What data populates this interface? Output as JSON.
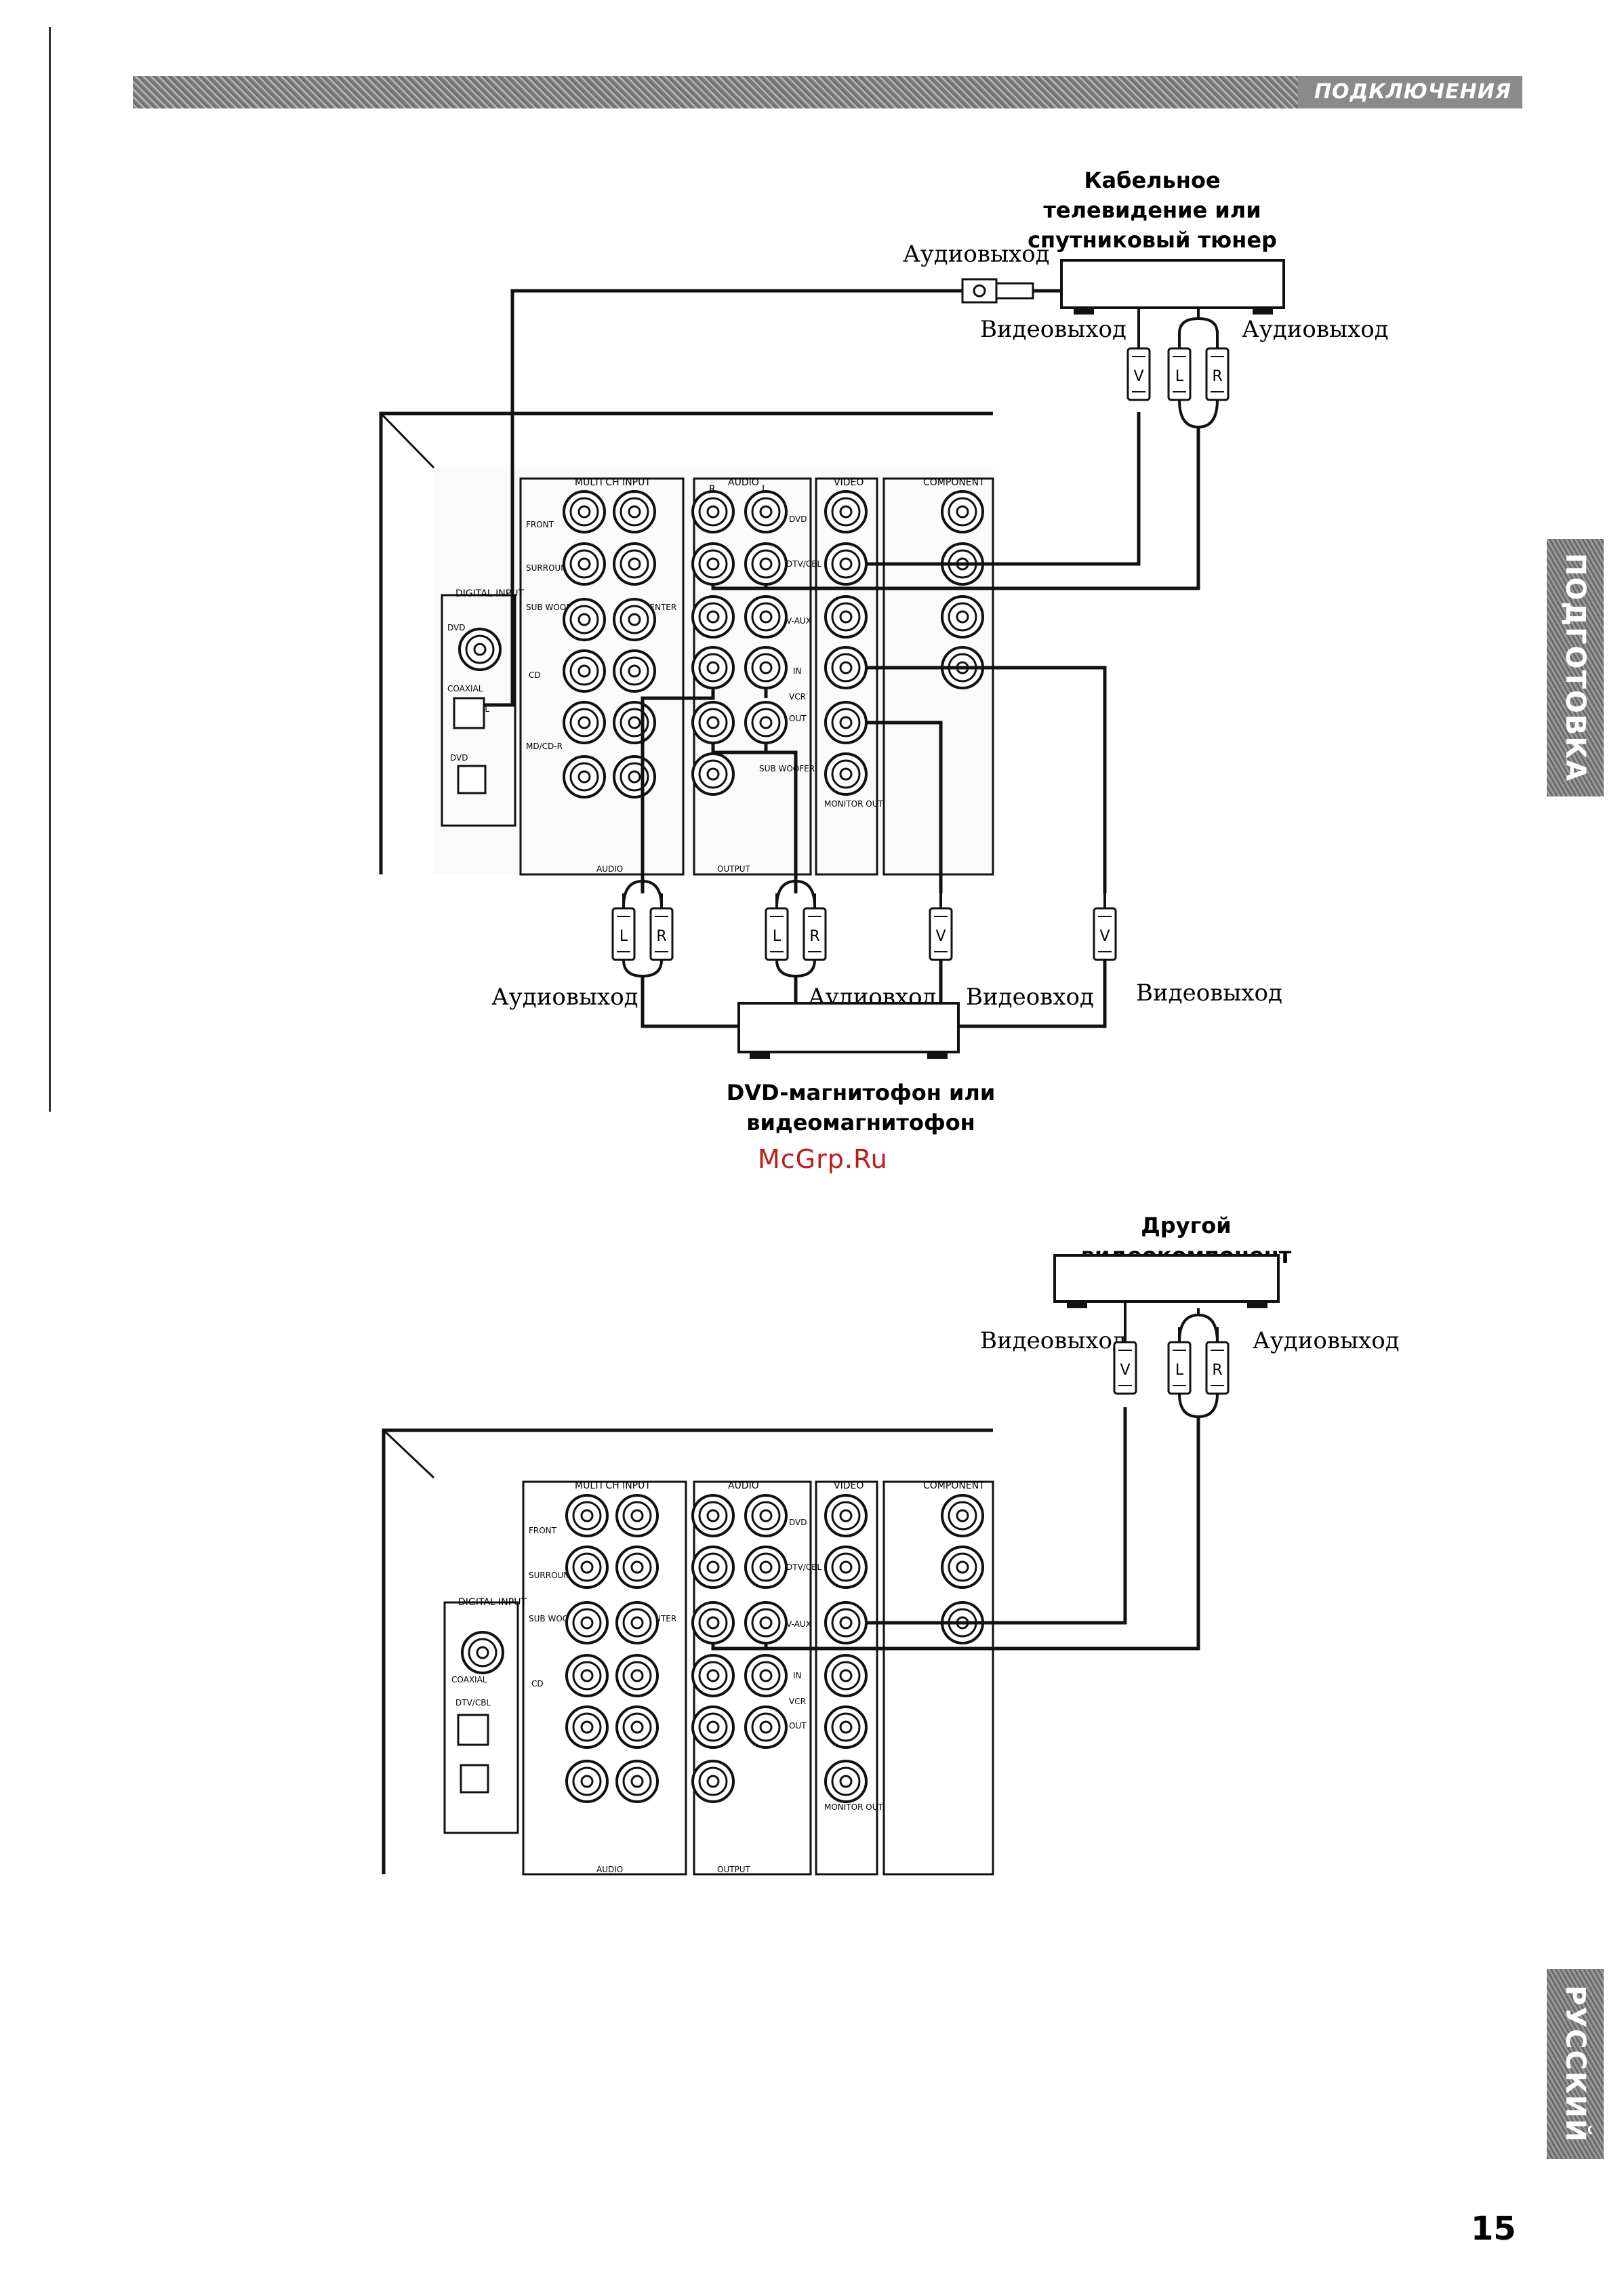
{
  "header": {
    "section": "ПОДКЛЮЧЕНИЯ"
  },
  "side_tabs": {
    "top": "ПОДГОТОВКА",
    "bottom": "РУССКИЙ"
  },
  "diagram1": {
    "device_top": "Кабельное\nтелевидение или\nспутниковый тюнер",
    "device_bottom": "DVD-магнитофон или\nвидеомагнитофон",
    "labels": {
      "audio_out_top": "Аудиовыход",
      "video_out_top": "Видеовыход",
      "audio_out_top_right": "Аудиовыход",
      "audio_out_bottom": "Аудиовыход",
      "audio_in_bottom": "Аудиовход",
      "video_in_bottom": "Видеовход",
      "video_out_bottom": "Видеовыход"
    }
  },
  "diagram2": {
    "device": "Другой\nвидеокомпонент",
    "labels": {
      "video_out": "Видеовыход",
      "audio_out": "Аудиовыход"
    }
  },
  "panel": {
    "multi_ch_input": "MULTI CH INPUT",
    "audio": "AUDIO",
    "video": "VIDEO",
    "component": "COMPONENT",
    "digital_input": "DIGITAL INPUT",
    "coaxial": "COAXIAL",
    "optical": "OPTICAL",
    "dtv_cbl": "DTV/CBL",
    "dvd": "DVD",
    "front": "FRONT",
    "surround": "SURROUND",
    "sub_woofer": "SUB WOOFER",
    "center": "CENTER",
    "cd": "CD",
    "v_aux": "V-AUX",
    "in": "IN",
    "out": "OUT",
    "vcr": "VCR",
    "monitor_out": "MONITOR OUT",
    "output": "OUTPUT",
    "md_cd_r": "MD/CD-R",
    "r": "R",
    "l": "L"
  },
  "plugs": {
    "v": "V",
    "l": "L",
    "r": "R"
  },
  "watermark": "McGrp.Ru",
  "page_number": "15"
}
